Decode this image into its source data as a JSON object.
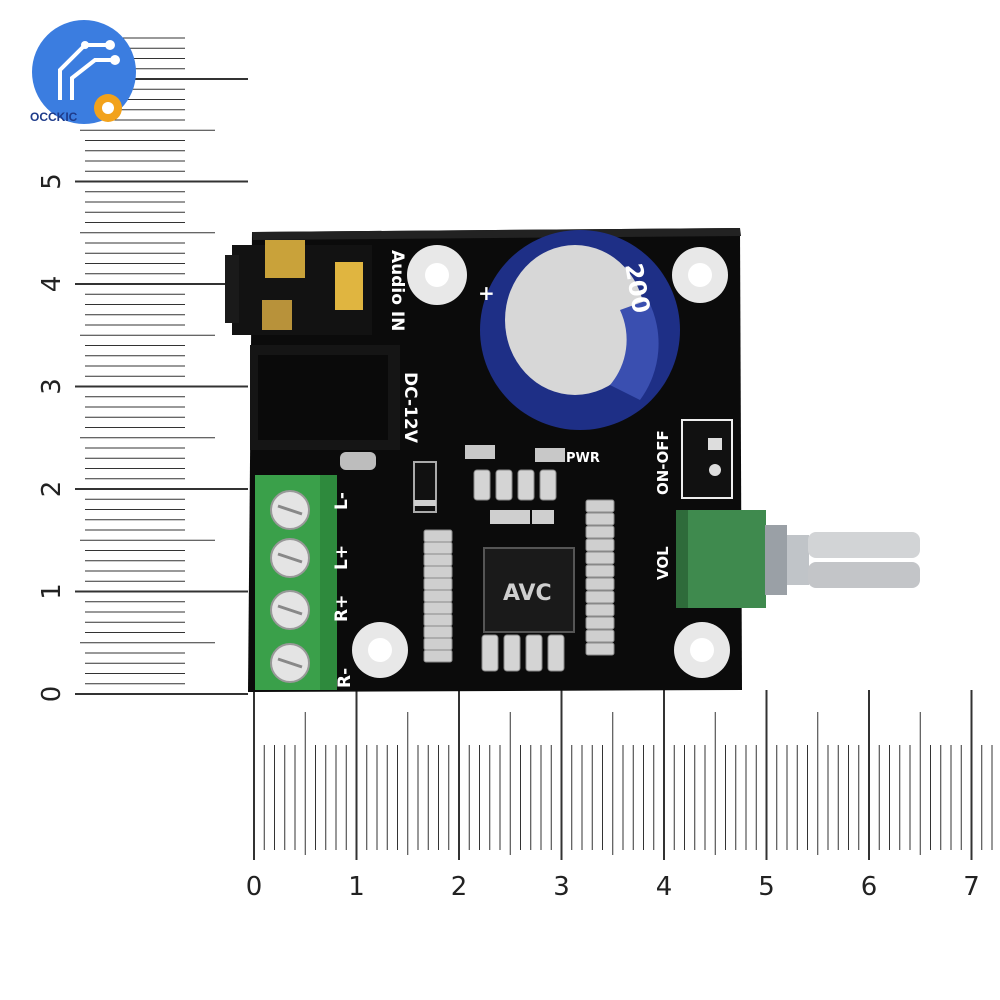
{
  "logo": {
    "text": "OCCKIC",
    "colors": {
      "circle": "#3b7de0",
      "gear": "#f2a21b"
    }
  },
  "ruler_vertical": {
    "labels": [
      "5",
      "4",
      "3",
      "2",
      "1",
      "0"
    ]
  },
  "ruler_horizontal": {
    "labels": [
      "0",
      "1",
      "2",
      "3",
      "4",
      "5",
      "6",
      "7"
    ]
  },
  "board": {
    "audio_label": "Audio IN",
    "dc_label": "DC-12V",
    "pwr_label": "PWR",
    "onoff_label": "ON-OFF",
    "vol_label": "VOL",
    "terminals": [
      "L-",
      "L+",
      "R+",
      "R-"
    ],
    "chip_label": "AVC",
    "capacitor_label": "200",
    "plus_sign": "+",
    "colors": {
      "pcb": "#0b0b0b",
      "terminal": "#3aa04a",
      "pot": "#3f8a4e",
      "cap": "#1e2f86"
    }
  }
}
